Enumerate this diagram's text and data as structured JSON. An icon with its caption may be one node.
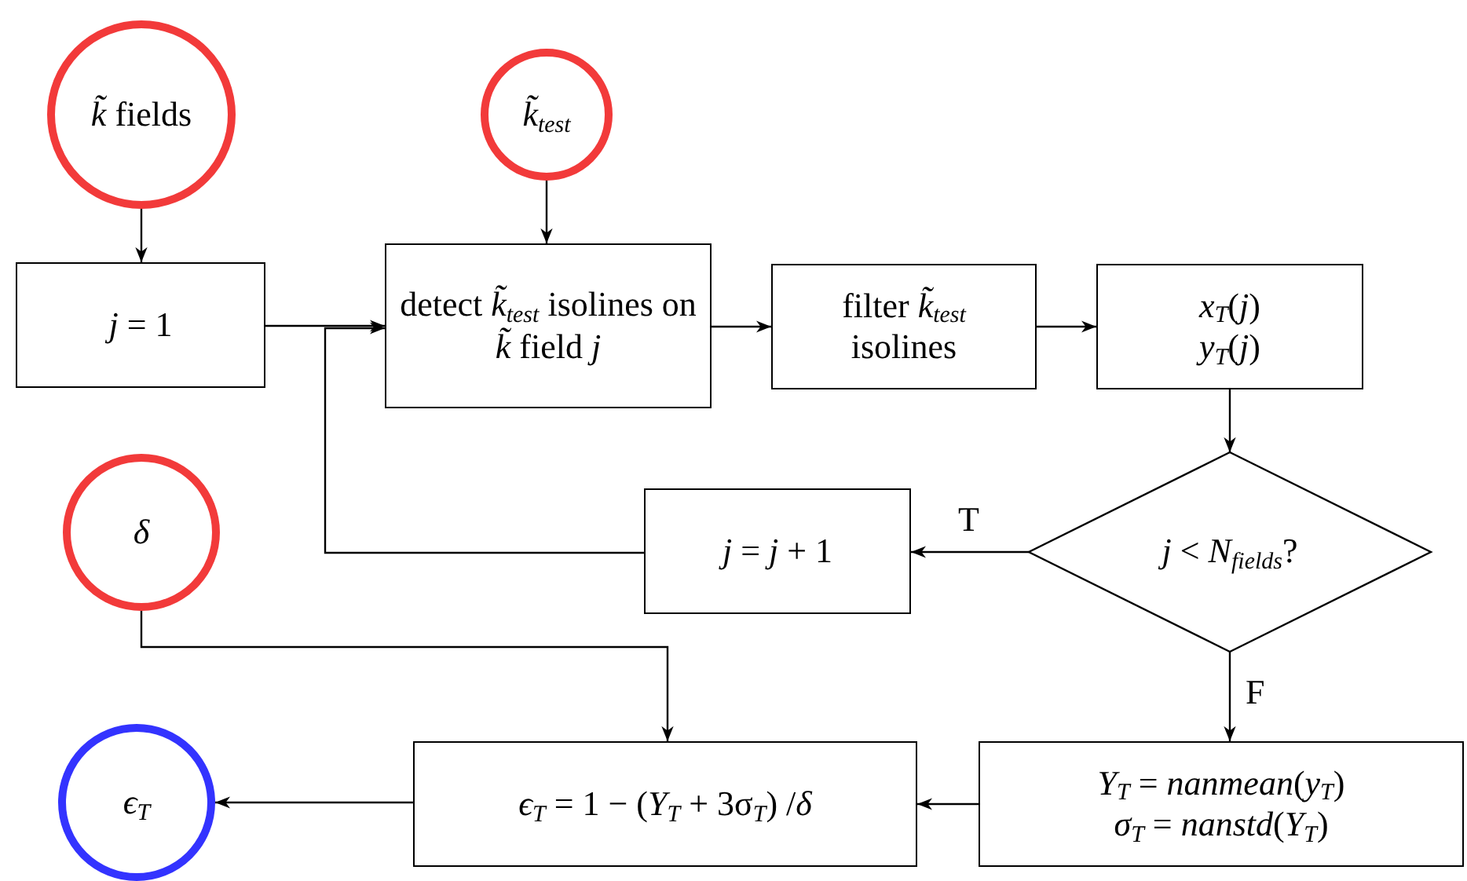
{
  "diagram": {
    "nodes": [
      {
        "text": [
          "*k̃* fields"
        ]
      },
      {
        "text": [
          "*k̃*$_{test}$"
        ]
      },
      {
        "text": [
          "*j* = 1"
        ]
      },
      {
        "text": [
          "detect *k̃*$_{test}$ isolines on *k̃* field *j*"
        ]
      },
      {
        "text": [
          "filter *k̃*$_{test}$ isolines"
        ]
      },
      {
        "text": [
          "*x*$_{T}$(*j*)",
          "*y*$_{T}$(*j*)"
        ]
      },
      {
        "text": [
          "*j* < *N*$_{fields}$?"
        ]
      },
      {
        "text": [
          "*j* = *j* + 1"
        ]
      },
      {
        "text": [
          "*δ*"
        ]
      },
      {
        "text": [
          "*Y*$_{T}$ = *nanmean*(*y*$_{T}$)",
          "*σ*$_{T}$ = *nanstd*(*Y*$_{T}$)"
        ]
      },
      {
        "text": [
          "*ϵ*$_{T}$ = 1 − (*Y*$_{T}$ + 3σ$_{T}$) /*δ*"
        ]
      },
      {
        "text": [
          "*ϵ*$_{T}$"
        ]
      }
    ],
    "edges": [
      {
        "from": 0,
        "to": 2,
        "arrow": "to"
      },
      {
        "from": 1,
        "to": 3,
        "arrow": "to"
      },
      {
        "from": 2,
        "to": 3,
        "arrow": "to"
      },
      {
        "from": 3,
        "to": 4,
        "arrow": "to"
      },
      {
        "from": 4,
        "to": 5,
        "arrow": "to"
      },
      {
        "from": 5,
        "to": 6,
        "arrow": "to"
      },
      {
        "from": 6,
        "to": 7,
        "arrow": "to",
        "label": "T"
      },
      {
        "from": 7,
        "to": 3,
        "arrow": "to"
      },
      {
        "from": 6,
        "to": 9,
        "arrow": "to",
        "label": "F"
      },
      {
        "from": 9,
        "to": 10,
        "arrow": "to"
      },
      {
        "from": 8,
        "to": 10,
        "arrow": "to"
      },
      {
        "from": 10,
        "to": 11,
        "arrow": "to"
      }
    ]
  }
}
